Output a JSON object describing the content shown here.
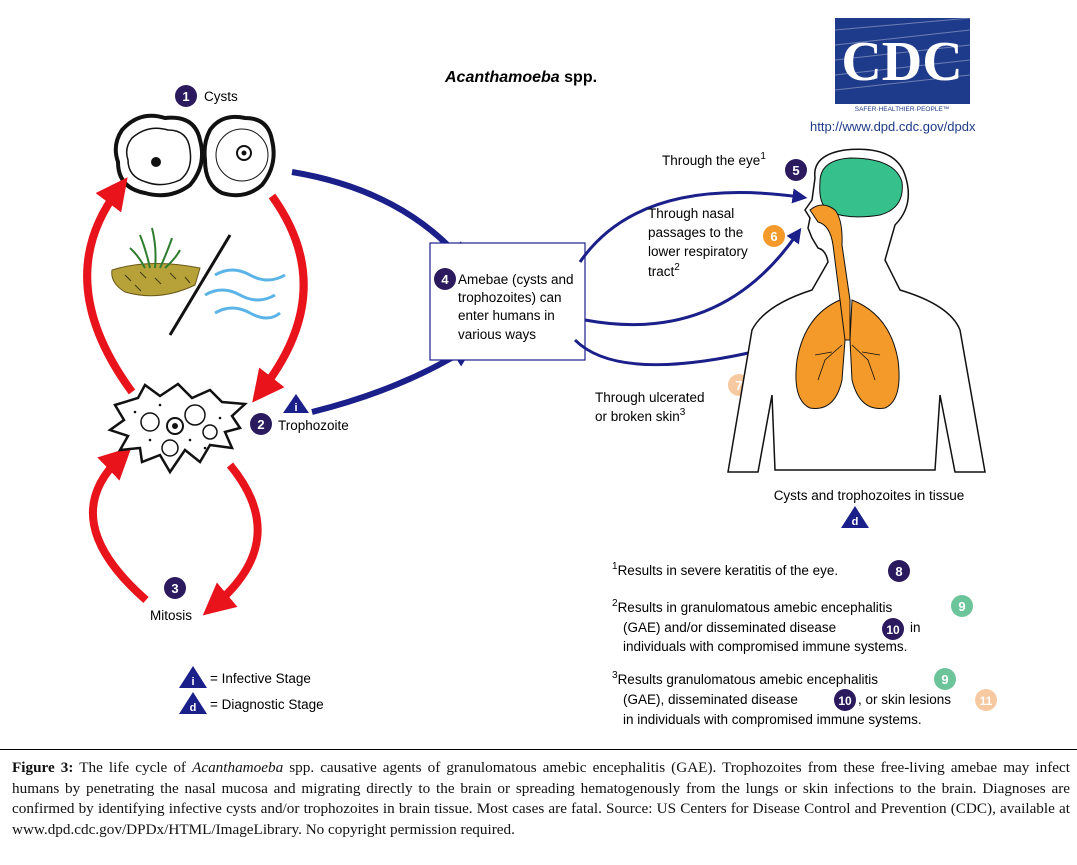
{
  "title": {
    "genus": "Acanthamoeba",
    "rest": " spp."
  },
  "logo": {
    "text": "CDC",
    "tagline": "SAFER·HEALTHIER·PEOPLE™",
    "url": "http://www.dpd.cdc.gov/dpdx"
  },
  "stages": {
    "s1": {
      "num": "1",
      "label": "Cysts"
    },
    "s2": {
      "num": "2",
      "label": "Trophozoite"
    },
    "s3": {
      "num": "3",
      "label": "Mitosis"
    },
    "s4": {
      "num": "4",
      "lines": [
        "Amebae (cysts and",
        "trophozoites) can",
        "enter humans in",
        "various ways"
      ]
    },
    "s5": {
      "num": "5",
      "label": "Through the eye",
      "sup": "1"
    },
    "s6": {
      "num": "6",
      "lines": [
        "Through nasal",
        "passages to the",
        "lower respiratory",
        "tract"
      ],
      "sup": "2"
    },
    "s7": {
      "num": "7",
      "lines": [
        "Through ulcerated",
        "or broken skin"
      ],
      "sup": "3"
    }
  },
  "tissue_label": "Cysts and trophozoites in tissue",
  "stage_icons": {
    "infective": "i",
    "diagnostic": "d"
  },
  "legend": {
    "infective": "= Infective Stage",
    "diagnostic": "= Diagnostic Stage"
  },
  "notes": {
    "n1": {
      "sup": "1",
      "text": "Results in severe keratitis of the eye.",
      "num": "8"
    },
    "n2": {
      "sup": "2",
      "lines": [
        "Results in granulomatous amebic encephalitis",
        "(GAE) and/or disseminated disease",
        "in",
        "individuals with compromised immune systems."
      ],
      "num_a": "9",
      "num_b": "10"
    },
    "n3": {
      "sup": "3",
      "lines": [
        "Results granulomatous amebic encephalitis",
        "(GAE), disseminated disease",
        ", or skin lesions",
        "in individuals with compromised immune systems."
      ],
      "num_a": "9",
      "num_b": "10",
      "num_c": "11"
    }
  },
  "caption": {
    "label": "Figure 3:",
    "p1": " The life cycle of ",
    "genus": "Acanthamoeba",
    "p2": " spp. causative agents of granulomatous amebic encephalitis (GAE). Trophozoites from these free-living amebae may infect humans by penetrating the nasal mucosa and migrating directly to the brain or spreading hematogenously from the lungs or skin infections to the brain. Diagnoses are confirmed by identifying infective cysts and/or trophozoites in brain tissue. Most cases are fatal. Source: US Centers for Disease Control and Prevention (CDC), available at www.dpd.cdc.gov/DPDx/HTML/ImageLibrary. No copyright permission required."
  },
  "colors": {
    "purple": "#2b1a5e",
    "navy": "#1a1f8a",
    "red": "#e8131b",
    "green": "#6cc49a",
    "orange": "#f39a2a",
    "peach": "#f6c9a0",
    "brain": "#35c08c"
  }
}
